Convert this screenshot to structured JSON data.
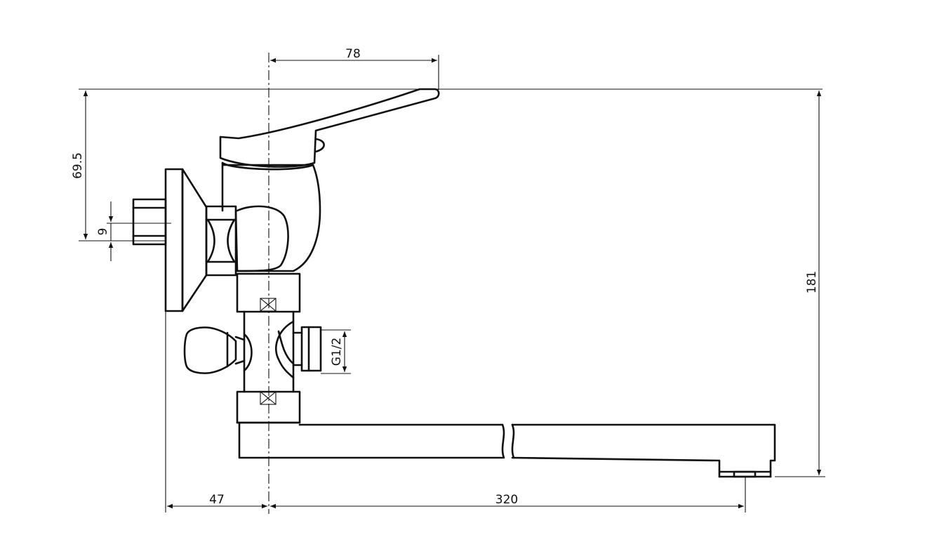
{
  "dimensions": {
    "handle_reach": "78",
    "handle_height": "69.5",
    "inlet_offset": "9",
    "inlet_thread": "G1/2",
    "total_height": "181",
    "wall_to_axis": "47",
    "spout_length": "320"
  }
}
